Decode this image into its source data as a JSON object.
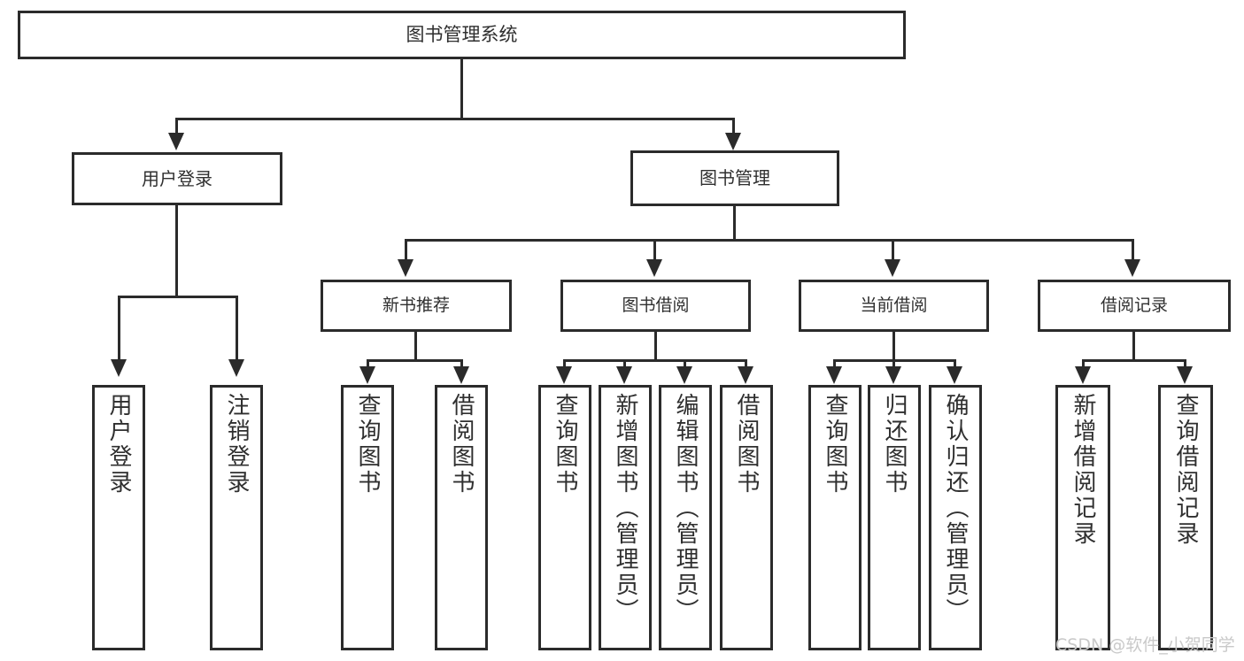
{
  "diagram": {
    "type": "tree-hierarchy",
    "title": "图书管理系统",
    "root": {
      "label": "图书管理系统"
    },
    "level1": [
      {
        "id": "user-login",
        "label": "用户登录"
      },
      {
        "id": "book-management",
        "label": "图书管理"
      }
    ],
    "level2": [
      {
        "id": "new-book-recommend",
        "label": "新书推荐",
        "parent": "book-management"
      },
      {
        "id": "book-borrow",
        "label": "图书借阅",
        "parent": "book-management"
      },
      {
        "id": "current-borrow",
        "label": "当前借阅",
        "parent": "book-management"
      },
      {
        "id": "borrow-record",
        "label": "借阅记录",
        "parent": "book-management"
      }
    ],
    "leaves": [
      {
        "id": "leaf-user-login",
        "label": "用户登录",
        "parent": "user-login"
      },
      {
        "id": "leaf-user-logout",
        "label": "注销登录",
        "parent": "user-login"
      },
      {
        "id": "leaf-query-book-1",
        "label": "查询图书",
        "parent": "new-book-recommend"
      },
      {
        "id": "leaf-borrow-book-1",
        "label": "借阅图书",
        "parent": "new-book-recommend"
      },
      {
        "id": "leaf-query-book-2",
        "label": "查询图书",
        "parent": "book-borrow"
      },
      {
        "id": "leaf-add-book",
        "label": "新增图书（管理员）",
        "parent": "book-borrow"
      },
      {
        "id": "leaf-edit-book",
        "label": "编辑图书（管理员）",
        "parent": "book-borrow"
      },
      {
        "id": "leaf-borrow-book-2",
        "label": "借阅图书",
        "parent": "book-borrow"
      },
      {
        "id": "leaf-query-book-3",
        "label": "查询图书",
        "parent": "current-borrow"
      },
      {
        "id": "leaf-return-book",
        "label": "归还图书",
        "parent": "current-borrow"
      },
      {
        "id": "leaf-confirm-return",
        "label": "确认归还（管理员）",
        "parent": "current-borrow"
      },
      {
        "id": "leaf-add-record",
        "label": "新增借阅记录",
        "parent": "borrow-record"
      },
      {
        "id": "leaf-query-record",
        "label": "查询借阅记录",
        "parent": "borrow-record"
      }
    ],
    "colors": {
      "stroke": "#2b2b2b",
      "text": "#2f2f2f",
      "background": "#ffffff",
      "watermark": "#c9c9c9"
    }
  },
  "watermark": {
    "text": "CSDN @软件_小贺同学"
  }
}
